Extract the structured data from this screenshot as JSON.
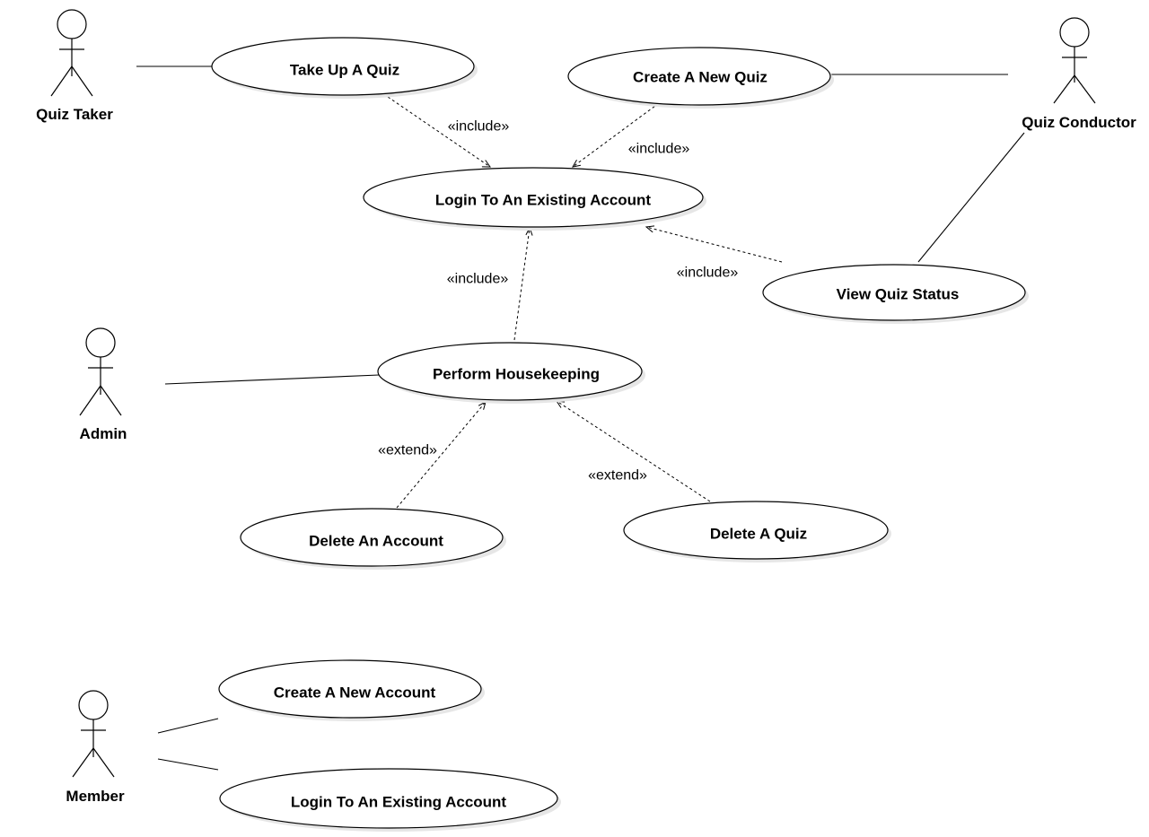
{
  "actors": {
    "quiz_taker": "Quiz Taker",
    "quiz_conductor": "Quiz Conductor",
    "admin": "Admin",
    "member": "Member"
  },
  "use_cases": {
    "take_up_quiz": "Take Up A Quiz",
    "create_new_quiz": "Create A New Quiz",
    "login_existing": "Login To An Existing Account",
    "view_quiz_status": "View Quiz Status",
    "perform_housekeeping": "Perform Housekeeping",
    "delete_account": "Delete An Account",
    "delete_quiz": "Delete A Quiz",
    "create_new_account": "Create A New Account",
    "member_login_existing": "Login To An Existing Account"
  },
  "relations": {
    "include_take_quiz": "«include»",
    "include_create_quiz": "«include»",
    "include_housekeeping": "«include»",
    "include_view_status": "«include»",
    "extend_delete_account": "«extend»",
    "extend_delete_quiz": "«extend»"
  }
}
